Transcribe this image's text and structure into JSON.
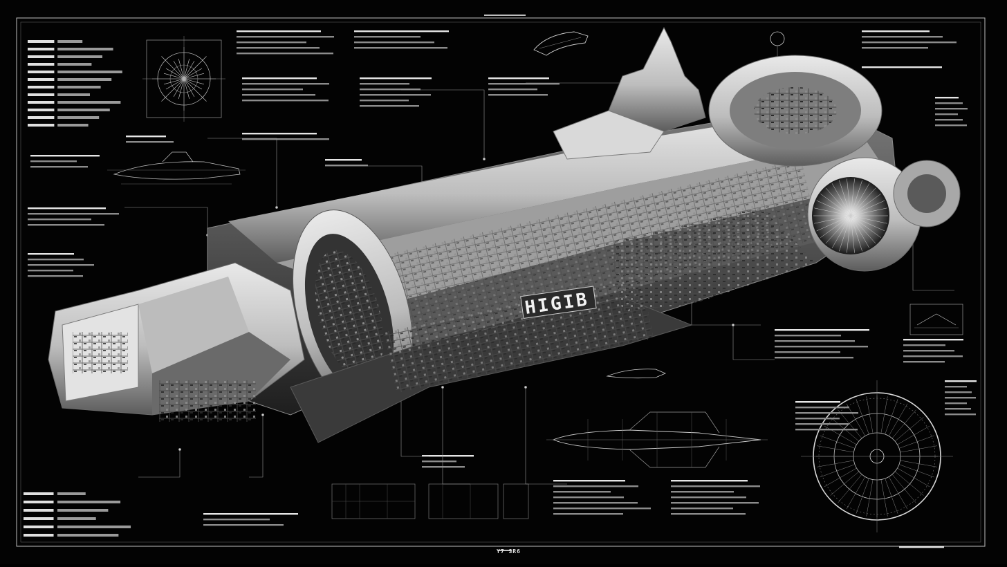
{
  "hull_marking": "HIGIB",
  "bottom_code": "Y7 SR6",
  "colors": {
    "background": "#030303",
    "linework": "#bfbfbf",
    "hull": "#cfcfcf",
    "hull_shadow": "#6e6e6e"
  },
  "icons": [
    "starship-blueprint",
    "orthographic-drawing",
    "circular-schematic",
    "spec-bars"
  ]
}
